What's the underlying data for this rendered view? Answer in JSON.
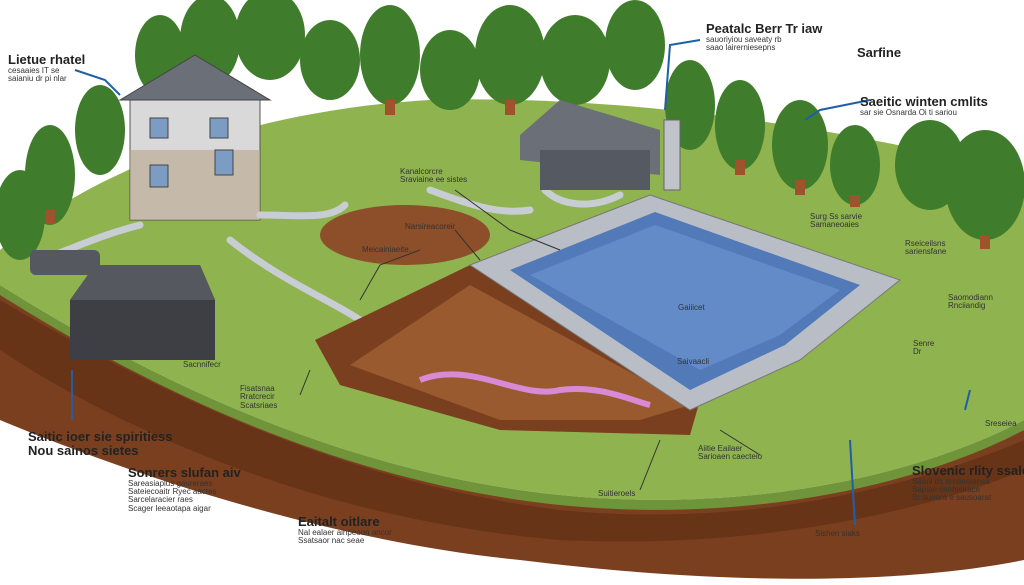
{
  "labels": {
    "top_left": {
      "title": "Lietue rhatel",
      "line1": "cesaaies  IT  se",
      "line2": "saianiu dr pi nlar"
    },
    "top_center": {
      "title": "Peatalc  Berr  Tr  iaw",
      "line1": "sauoriyiou saveaty rb",
      "line2": "saao lairerniesepns"
    },
    "top_right": {
      "title": "Sarfine"
    },
    "right_1": {
      "title": "Saeitic  winten  cmlits",
      "line1": "sar  sie  Osnarda  Oi  ti  sariou"
    },
    "leader_1": {
      "title": "Kanalcorcre",
      "line1": "Sraviaine ee sistes"
    },
    "pit_top": {
      "line1": "Narsireacoreir"
    },
    "pit_mid": {
      "line1": "Meicainiaeite."
    },
    "right_2": {
      "line1": "Surg  Ss  sarvie",
      "line2": "Samaneoaies"
    },
    "right_3": {
      "line1": "Rseiceilsns",
      "line2": "sariensfane"
    },
    "right_4": {
      "line1": "Saomodiann",
      "line2": "Rnciiandig"
    },
    "right_5": {
      "line1": "Senre",
      "line2": "Dr"
    },
    "left_mid": {
      "line1": "Sacnnifecr",
      "line2": "Fisatsnaa"
    },
    "center_mid": {
      "line1": "Rratcrecir",
      "line2": "Scatsriaes"
    },
    "pool_label": {
      "line1": "Gaiiicet"
    },
    "pool_lower": {
      "line1": "Saivaacli"
    },
    "left_bottom": {
      "title": "Saitic  ioer  sie  spiritiess",
      "line1": "Nou  sainos sietes"
    },
    "mid_left": {
      "title": "Sonrers  slufan  aiv",
      "line1": "Sareasiaplus gaureraes",
      "line2": "Sateiecoaitr Ryec aactes",
      "line3": "Sarcelaracier raes",
      "line4": "Scager  leeaotapa aigar"
    },
    "center_bottom": {
      "line1": "Suitieroels"
    },
    "bottom_left": {
      "title": "Eaitalt oitlare",
      "line1": "Nal  ealaer  ainpeoon  ancor",
      "line2": "Ssatsaor  nac  seae"
    },
    "center_right": {
      "line1": "Aiitie  Eailaer",
      "line2": "Sarioaen  caecteio"
    },
    "right_far": {
      "line1": "Sreseiea"
    },
    "bottom_right": {
      "title": "Slovenic  rlity  ssale",
      "line1": "Saanl  ds  ernaeaiansa",
      "line2": "Sapiae  caemsirace",
      "line3": "Sr  auoara  e  sausoarat"
    },
    "bottom_mid_right": {
      "line1": "Sishen  siaks"
    }
  },
  "colors": {
    "grass": "#8fb34f",
    "grass_dark": "#6f9439",
    "soil": "#7a3f1f",
    "soil_dark": "#5a2b12",
    "tree": "#3f7d2c",
    "water": "#3f6fb5",
    "house_wall": "#d9d9d9",
    "roof": "#6b6f78",
    "pipe": "#c8cdd4",
    "tank": "#3d3f44"
  }
}
